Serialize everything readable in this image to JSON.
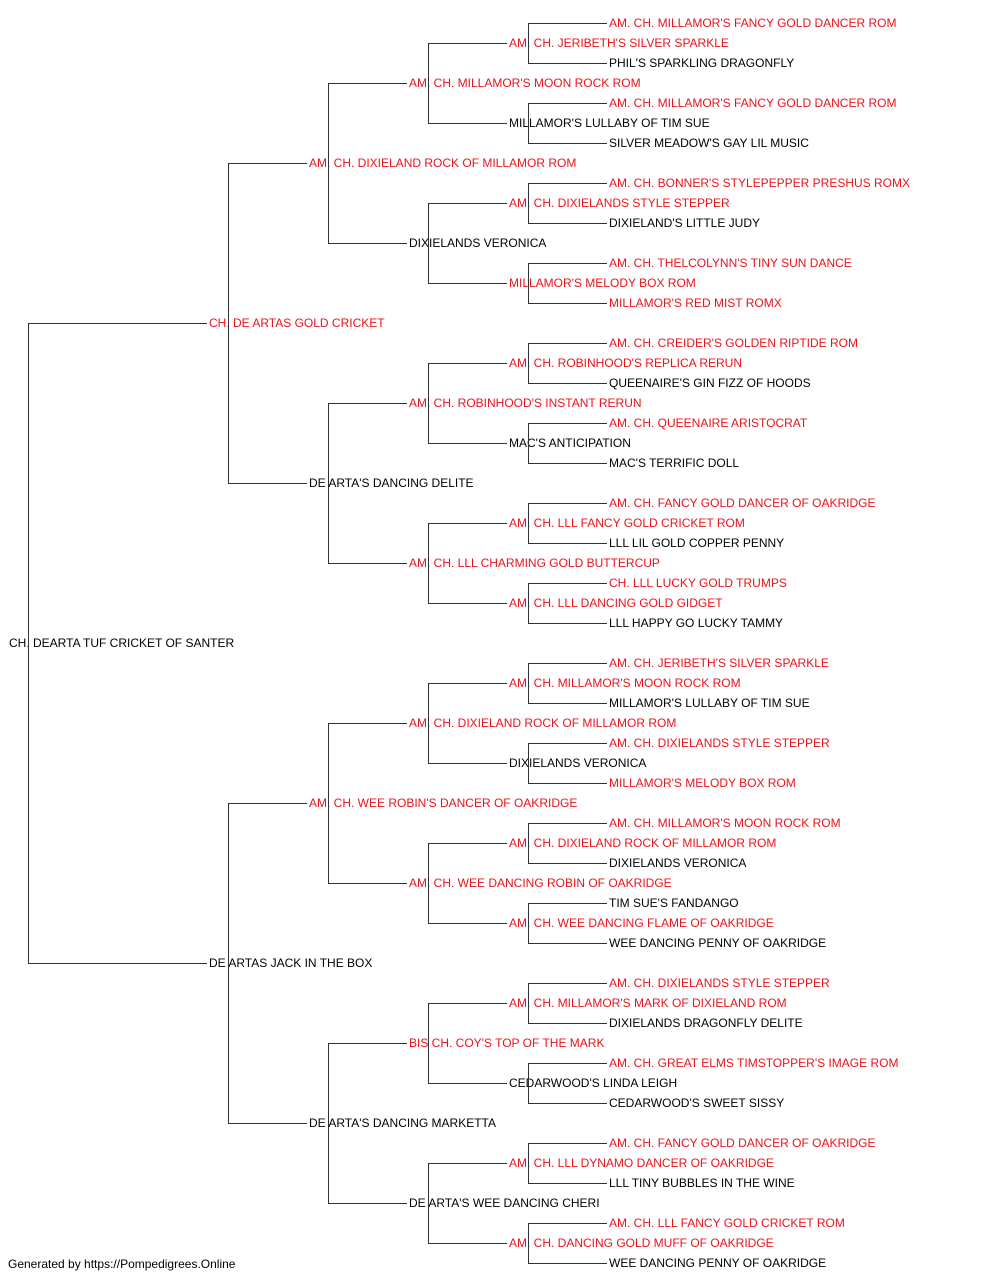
{
  "colors": {
    "champion": "#e8141c",
    "normal": "#000000",
    "line": "#333333"
  },
  "pedigree": {
    "name": "CH. DEARTA TUF CRICKET OF SANTER",
    "champion": false,
    "sire": {
      "name": "CH. DE ARTAS GOLD CRICKET",
      "champion": true,
      "sire": {
        "name": "AM. CH. DIXIELAND ROCK OF MILLAMOR ROM",
        "champion": true,
        "sire": {
          "name": "AM. CH. MILLAMOR'S MOON ROCK ROM",
          "champion": true,
          "sire": {
            "name": "AM. CH. JERIBETH'S SILVER SPARKLE",
            "champion": true,
            "sire": {
              "name": "AM. CH. MILLAMOR'S FANCY GOLD DANCER ROM",
              "champion": true
            },
            "dam": {
              "name": "PHIL'S SPARKLING DRAGONFLY",
              "champion": false
            }
          },
          "dam": {
            "name": "MILLAMOR'S LULLABY OF TIM SUE",
            "champion": false,
            "sire": {
              "name": "AM. CH. MILLAMOR'S FANCY GOLD DANCER ROM",
              "champion": true
            },
            "dam": {
              "name": "SILVER MEADOW'S GAY LIL MUSIC",
              "champion": false
            }
          }
        },
        "dam": {
          "name": "DIXIELANDS VERONICA",
          "champion": false,
          "sire": {
            "name": "AM. CH. DIXIELANDS STYLE STEPPER",
            "champion": true,
            "sire": {
              "name": "AM. CH. BONNER'S STYLEPEPPER PRESHUS ROMX",
              "champion": true
            },
            "dam": {
              "name": "DIXIELAND'S LITTLE JUDY",
              "champion": false
            }
          },
          "dam": {
            "name": "MILLAMOR'S MELODY BOX ROM",
            "champion": true,
            "sire": {
              "name": "AM. CH. THELCOLYNN'S TINY SUN DANCE",
              "champion": true
            },
            "dam": {
              "name": "MILLAMOR'S RED MIST ROMX",
              "champion": true
            }
          }
        }
      },
      "dam": {
        "name": "DE ARTA'S DANCING DELITE",
        "champion": false,
        "sire": {
          "name": "AM. CH. ROBINHOOD'S INSTANT RERUN",
          "champion": true,
          "sire": {
            "name": "AM. CH. ROBINHOOD'S REPLICA RERUN",
            "champion": true,
            "sire": {
              "name": "AM. CH. CREIDER'S GOLDEN RIPTIDE ROM",
              "champion": true
            },
            "dam": {
              "name": "QUEENAIRE'S GIN FIZZ OF HOODS",
              "champion": false
            }
          },
          "dam": {
            "name": "MAC'S ANTICIPATION",
            "champion": false,
            "sire": {
              "name": "AM. CH. QUEENAIRE ARISTOCRAT",
              "champion": true
            },
            "dam": {
              "name": "MAC'S TERRIFIC DOLL",
              "champion": false
            }
          }
        },
        "dam": {
          "name": "AM. CH. LLL CHARMING GOLD BUTTERCUP",
          "champion": true,
          "sire": {
            "name": "AM. CH. LLL FANCY GOLD CRICKET ROM",
            "champion": true,
            "sire": {
              "name": "AM. CH. FANCY GOLD DANCER OF OAKRIDGE",
              "champion": true
            },
            "dam": {
              "name": "LLL LIL GOLD COPPER PENNY",
              "champion": false
            }
          },
          "dam": {
            "name": "AM. CH. LLL DANCING GOLD GIDGET",
            "champion": true,
            "sire": {
              "name": "CH. LLL LUCKY GOLD TRUMPS",
              "champion": true
            },
            "dam": {
              "name": "LLL HAPPY GO LUCKY TAMMY",
              "champion": false
            }
          }
        }
      }
    },
    "dam": {
      "name": "DE ARTAS JACK IN THE BOX",
      "champion": false,
      "sire": {
        "name": "AM. CH. WEE ROBIN'S DANCER OF OAKRIDGE",
        "champion": true,
        "sire": {
          "name": "AM. CH. DIXIELAND ROCK OF MILLAMOR ROM",
          "champion": true,
          "sire": {
            "name": "AM. CH. MILLAMOR'S MOON ROCK ROM",
            "champion": true,
            "sire": {
              "name": "AM. CH. JERIBETH'S SILVER SPARKLE",
              "champion": true
            },
            "dam": {
              "name": "MILLAMOR'S LULLABY OF TIM SUE",
              "champion": false
            }
          },
          "dam": {
            "name": "DIXIELANDS VERONICA",
            "champion": false,
            "sire": {
              "name": "AM. CH. DIXIELANDS STYLE STEPPER",
              "champion": true
            },
            "dam": {
              "name": "MILLAMOR'S MELODY BOX ROM",
              "champion": true
            }
          }
        },
        "dam": {
          "name": "AM. CH. WEE DANCING ROBIN OF OAKRIDGE",
          "champion": true,
          "sire": {
            "name": "AM. CH. DIXIELAND ROCK OF MILLAMOR ROM",
            "champion": true,
            "sire": {
              "name": "AM. CH. MILLAMOR'S MOON ROCK ROM",
              "champion": true
            },
            "dam": {
              "name": "DIXIELANDS VERONICA",
              "champion": false
            }
          },
          "dam": {
            "name": "AM. CH. WEE DANCING FLAME OF OAKRIDGE",
            "champion": true,
            "sire": {
              "name": "TIM SUE'S FANDANGO",
              "champion": false
            },
            "dam": {
              "name": "WEE DANCING PENNY OF OAKRIDGE",
              "champion": false
            }
          }
        }
      },
      "dam": {
        "name": "DE ARTA'S DANCING MARKETTA",
        "champion": false,
        "sire": {
          "name": "BIS CH. COY'S TOP OF THE MARK",
          "champion": true,
          "sire": {
            "name": "AM. CH. MILLAMOR'S MARK OF DIXIELAND ROM",
            "champion": true,
            "sire": {
              "name": "AM. CH. DIXIELANDS STYLE STEPPER",
              "champion": true
            },
            "dam": {
              "name": "DIXIELANDS DRAGONFLY DELITE",
              "champion": false
            }
          },
          "dam": {
            "name": "CEDARWOOD'S LINDA LEIGH",
            "champion": false,
            "sire": {
              "name": "AM. CH. GREAT ELMS TIMSTOPPER'S IMAGE ROM",
              "champion": true
            },
            "dam": {
              "name": "CEDARWOOD'S SWEET SISSY",
              "champion": false
            }
          }
        },
        "dam": {
          "name": "DE ARTA'S WEE DANCING CHERI",
          "champion": false,
          "sire": {
            "name": "AM. CH. LLL DYNAMO DANCER OF OAKRIDGE",
            "champion": true,
            "sire": {
              "name": "AM. CH. FANCY GOLD DANCER OF OAKRIDGE",
              "champion": true
            },
            "dam": {
              "name": "LLL TINY BUBBLES IN THE WINE",
              "champion": false
            }
          },
          "dam": {
            "name": "AM. CH. DANCING GOLD MUFF OF OAKRIDGE",
            "champion": true,
            "sire": {
              "name": "AM. CH. LLL FANCY GOLD CRICKET ROM",
              "champion": true
            },
            "dam": {
              "name": "WEE DANCING PENNY OF OAKRIDGE",
              "champion": false
            }
          }
        }
      }
    }
  },
  "footer": {
    "text": "Generated by https://Pompedigrees.Online"
  }
}
